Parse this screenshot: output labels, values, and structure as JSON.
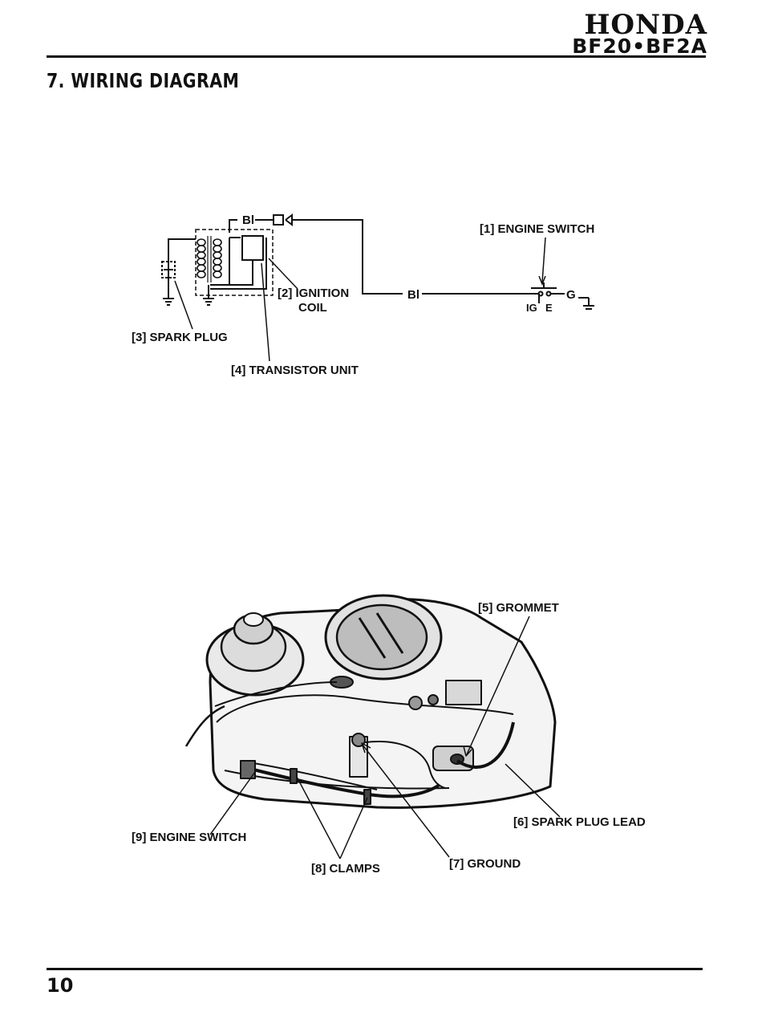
{
  "header": {
    "brand": "HONDA",
    "model": "BF20•BF2A"
  },
  "section_title": "7. WIRING DIAGRAM",
  "page_number": "10",
  "wiring_diagram": {
    "labels": {
      "engine_switch": "[1]  ENGINE SWITCH",
      "ignition_coil_1": "[2]  IGNITION",
      "ignition_coil_2": "COIL",
      "spark_plug": "[3]  SPARK PLUG",
      "transistor_unit": "[4]  TRANSISTOR UNIT"
    },
    "wire_color_top": "Bl",
    "wire_color_mid": "Bl",
    "terminal_g": "G",
    "terminal_ig": "IG",
    "terminal_e": "E"
  },
  "engine_illustration": {
    "labels": {
      "grommet": "[5]  GROMMET",
      "spark_plug_lead": "[6]  SPARK PLUG LEAD",
      "ground": "[7]  GROUND",
      "clamps": "[8]  CLAMPS",
      "engine_switch": "[9]  ENGINE SWITCH"
    }
  }
}
